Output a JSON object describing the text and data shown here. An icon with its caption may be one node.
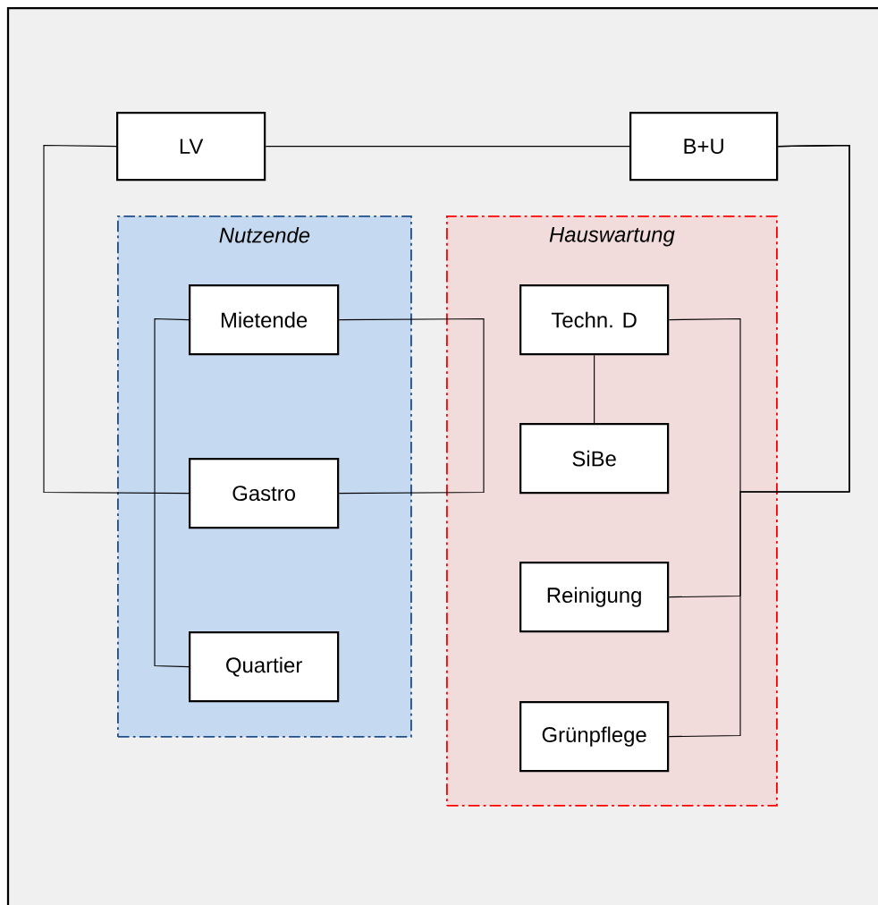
{
  "diagram": {
    "nodes": [
      {
        "text": [
          "LV"
        ]
      },
      {
        "text": [
          "B+U"
        ]
      },
      {
        "text": [
          "Nutzende"
        ]
      },
      {
        "text": [
          "Hauswartung"
        ]
      },
      {
        "text": [
          "Mietende"
        ],
        "in": 2
      },
      {
        "text": [
          "Gastro"
        ],
        "in": 2
      },
      {
        "text": [
          "Quartier"
        ],
        "in": 2
      },
      {
        "text": [
          "Techn. D"
        ],
        "in": 3
      },
      {
        "text": [
          "SiBe"
        ],
        "in": 3
      },
      {
        "text": [
          "Reinigung"
        ],
        "in": 3
      },
      {
        "text": [
          "Grünpflege"
        ],
        "in": 3
      }
    ],
    "edges": [
      {
        "from": 0,
        "to": 1,
        "arrow": "none"
      },
      {
        "from": 0,
        "to": 5,
        "arrow": "none"
      },
      {
        "from": 4,
        "to": 5,
        "arrow": "none"
      },
      {
        "from": 4,
        "to": 6,
        "arrow": "none"
      },
      {
        "from": 7,
        "to": 8,
        "arrow": "none"
      },
      {
        "from": 1,
        "to": 7,
        "arrow": "none"
      },
      {
        "from": 1,
        "to": 9,
        "arrow": "none"
      },
      {
        "from": 1,
        "to": 10,
        "arrow": "none"
      }
    ]
  }
}
